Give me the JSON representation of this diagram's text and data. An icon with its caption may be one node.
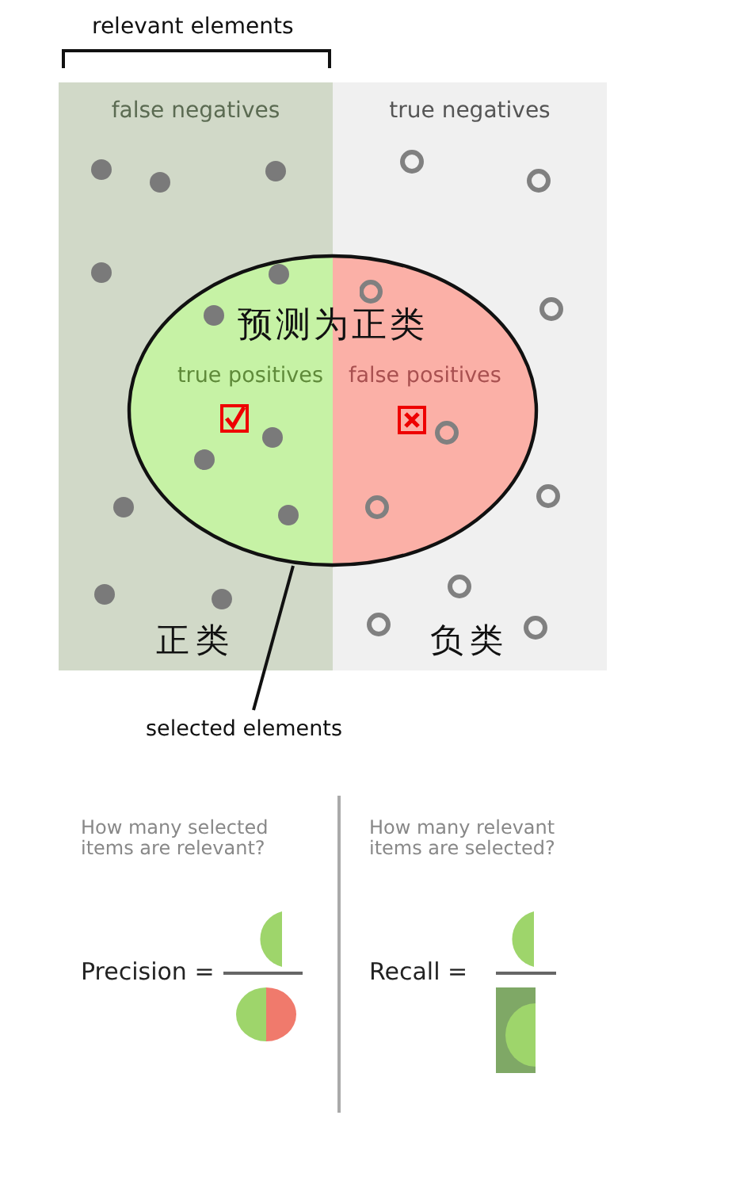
{
  "diagram": {
    "nodes": [
      {
        "text": [
          "false negatives",
          "正类"
        ]
      },
      {
        "text": [
          "true negatives",
          "负类"
        ]
      },
      {
        "text": [
          "预测为正类",
          "true positives",
          "false positives"
        ]
      },
      {
        "text": [
          "selected elements"
        ]
      }
    ],
    "edges": [
      {
        "from": 3,
        "to": 2,
        "arrow": "none"
      }
    ],
    "labels": [
      "relevant elements",
      "How many selected items are relevant?",
      "Precision =",
      "How many relevant items are selected?",
      "Recall ="
    ]
  }
}
